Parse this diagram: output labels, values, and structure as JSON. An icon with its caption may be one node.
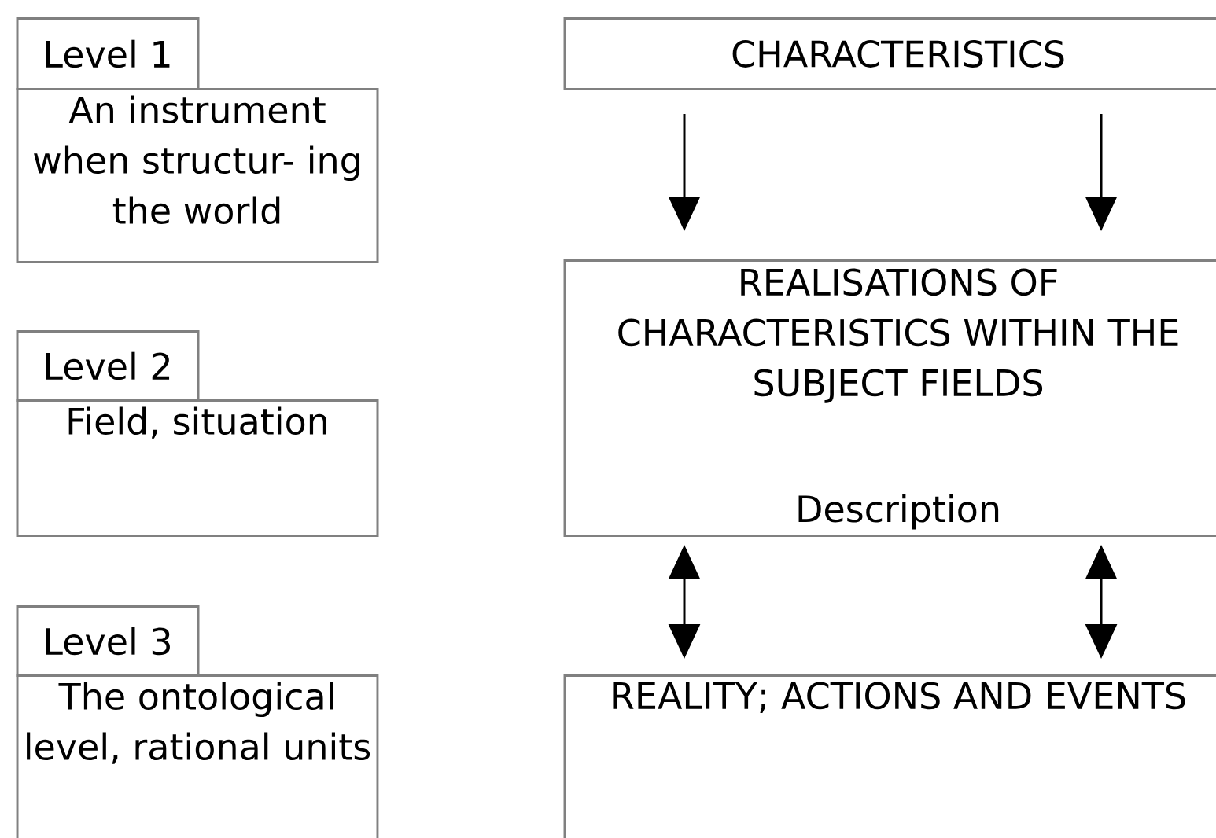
{
  "diagram": {
    "nodes": [
      {
        "text": [
          "Level 1"
        ]
      },
      {
        "text": [
          "An instrument when structur- ing the world"
        ]
      },
      {
        "text": [
          "Level 2"
        ]
      },
      {
        "text": [
          "Field, situation"
        ]
      },
      {
        "text": [
          "Level 3"
        ]
      },
      {
        "text": [
          "The ontological level, rational units"
        ]
      },
      {
        "text": [
          "CHARACTERISTICS"
        ]
      },
      {
        "text": [
          "REALISATIONS OF CHARACTERISTICS WITHIN THE SUBJECT FIELDS",
          "Description"
        ]
      },
      {
        "text": [
          "REALITY; ACTIONS AND EVENTS"
        ]
      }
    ],
    "edges": [
      {
        "from": 6,
        "to": 7,
        "arrow": "to"
      },
      {
        "from": 6,
        "to": 7,
        "arrow": "to"
      },
      {
        "from": 7,
        "to": 8,
        "arrow": "both"
      },
      {
        "from": 7,
        "to": 8,
        "arrow": "both"
      }
    ]
  }
}
